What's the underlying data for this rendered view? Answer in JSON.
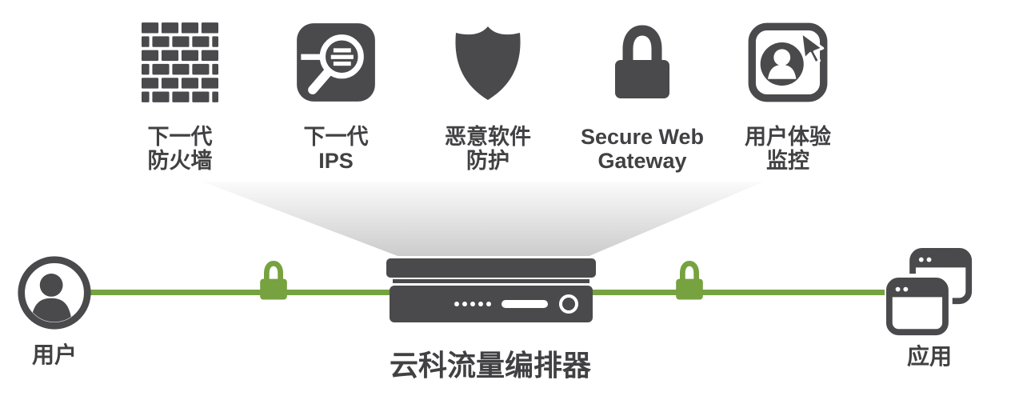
{
  "colors": {
    "icon_dark": "#4a4a4c",
    "flow_green": "#76a240",
    "funnel_gray": "#9c9c9c",
    "background": "#ffffff"
  },
  "services": [
    {
      "icon": "firewall-icon",
      "line1": "下一代",
      "line2": "防火墙"
    },
    {
      "icon": "ips-magnifier-icon",
      "line1": "下一代",
      "line2": "IPS"
    },
    {
      "icon": "shield-icon",
      "line1": "恶意软件",
      "line2": "防护"
    },
    {
      "icon": "lock-icon",
      "line1": "Secure Web",
      "line2": "Gateway"
    },
    {
      "icon": "user-experience-icon",
      "line1": "用户体验",
      "line2": "监控"
    }
  ],
  "flow": {
    "user": {
      "label": "用户",
      "icon": "user-icon"
    },
    "orchestrator": {
      "label": "云科流量编排器",
      "icon": "appliance-icon"
    },
    "apps": {
      "label": "应用",
      "icon": "applications-icon"
    },
    "lock_icons": "green-lock-icon"
  }
}
